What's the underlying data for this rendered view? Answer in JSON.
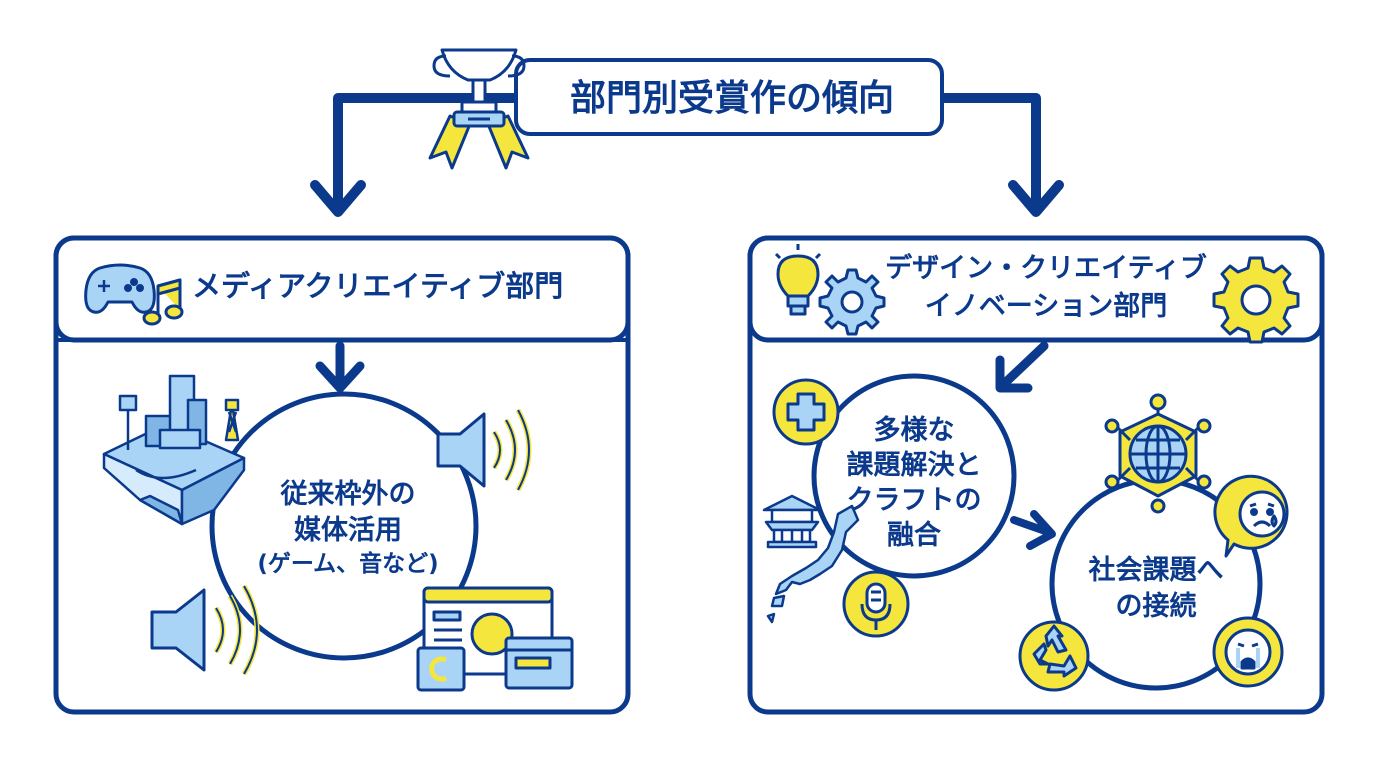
{
  "title": "部門別受賞作の傾向",
  "media_panel": {
    "title": "メディアクリエイティブ部門",
    "circle_lines": [
      "従来枠外の",
      "媒体活用",
      "(ゲーム、音など)"
    ],
    "icons": [
      "game-controller-icon",
      "music-note-icon",
      "isometric-city-icon",
      "speaker-icon",
      "speaker-icon",
      "web-screen-icon"
    ]
  },
  "design_panel": {
    "title_lines": [
      "デザイン・クリエイティブ",
      "イノベーション部門"
    ],
    "circle_lines": [
      "多様な",
      "課題解決と",
      "クラフトの",
      "融合"
    ],
    "social_lines": [
      "社会課題へ",
      "の接続"
    ],
    "icons": [
      "lightbulb-icon",
      "gear-icon",
      "gear-icon",
      "medical-cross-icon",
      "japanese-temple-icon",
      "japan-map-icon",
      "microphone-icon",
      "globe-network-icon",
      "worried-face-icon",
      "recycle-icon",
      "crying-face-icon"
    ]
  },
  "colors": {
    "navy": "#0b3a8c",
    "yellow": "#f5e63d",
    "light_blue": "#a9d4f5",
    "white": "#ffffff"
  }
}
